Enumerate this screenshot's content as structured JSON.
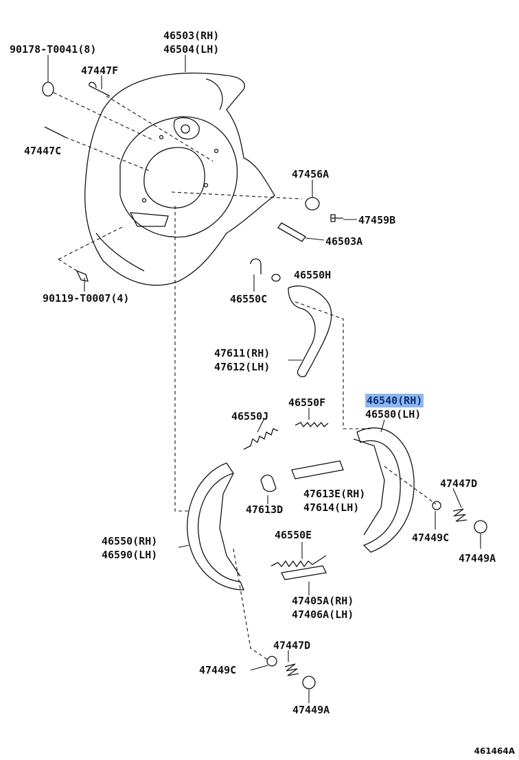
{
  "diagram_code": "461464A",
  "parts": {
    "p_90178": "90178-T0041(8)",
    "p_46503_rh": "46503(RH)",
    "p_46504_lh": "46504(LH)",
    "p_47447f": "47447F",
    "p_47447c": "47447C",
    "p_47456a": "47456A",
    "p_47459b": "47459B",
    "p_46503a": "46503A",
    "p_90119": "90119-T0007(4)",
    "p_46550h": "46550H",
    "p_46550c": "46550C",
    "p_47611_rh": "47611(RH)",
    "p_47612_lh": "47612(LH)",
    "p_46540_rh": "46540(RH)",
    "p_46580_lh": "46580(LH)",
    "p_46550f": "46550F",
    "p_46550j": "46550J",
    "p_47447d_r": "47447D",
    "p_47613e_rh": "47613E(RH)",
    "p_47614_lh": "47614(LH)",
    "p_47613d": "47613D",
    "p_46550_rh": "46550(RH)",
    "p_46590_lh": "46590(LH)",
    "p_47449c_r": "47449C",
    "p_47449a_r": "47449A",
    "p_46550e": "46550E",
    "p_47405a_rh": "47405A(RH)",
    "p_47406a_lh": "47406A(LH)",
    "p_47447d_b": "47447D",
    "p_47449c_b": "47449C",
    "p_47449a_b": "47449A"
  },
  "highlighted_part": "46540(RH)"
}
